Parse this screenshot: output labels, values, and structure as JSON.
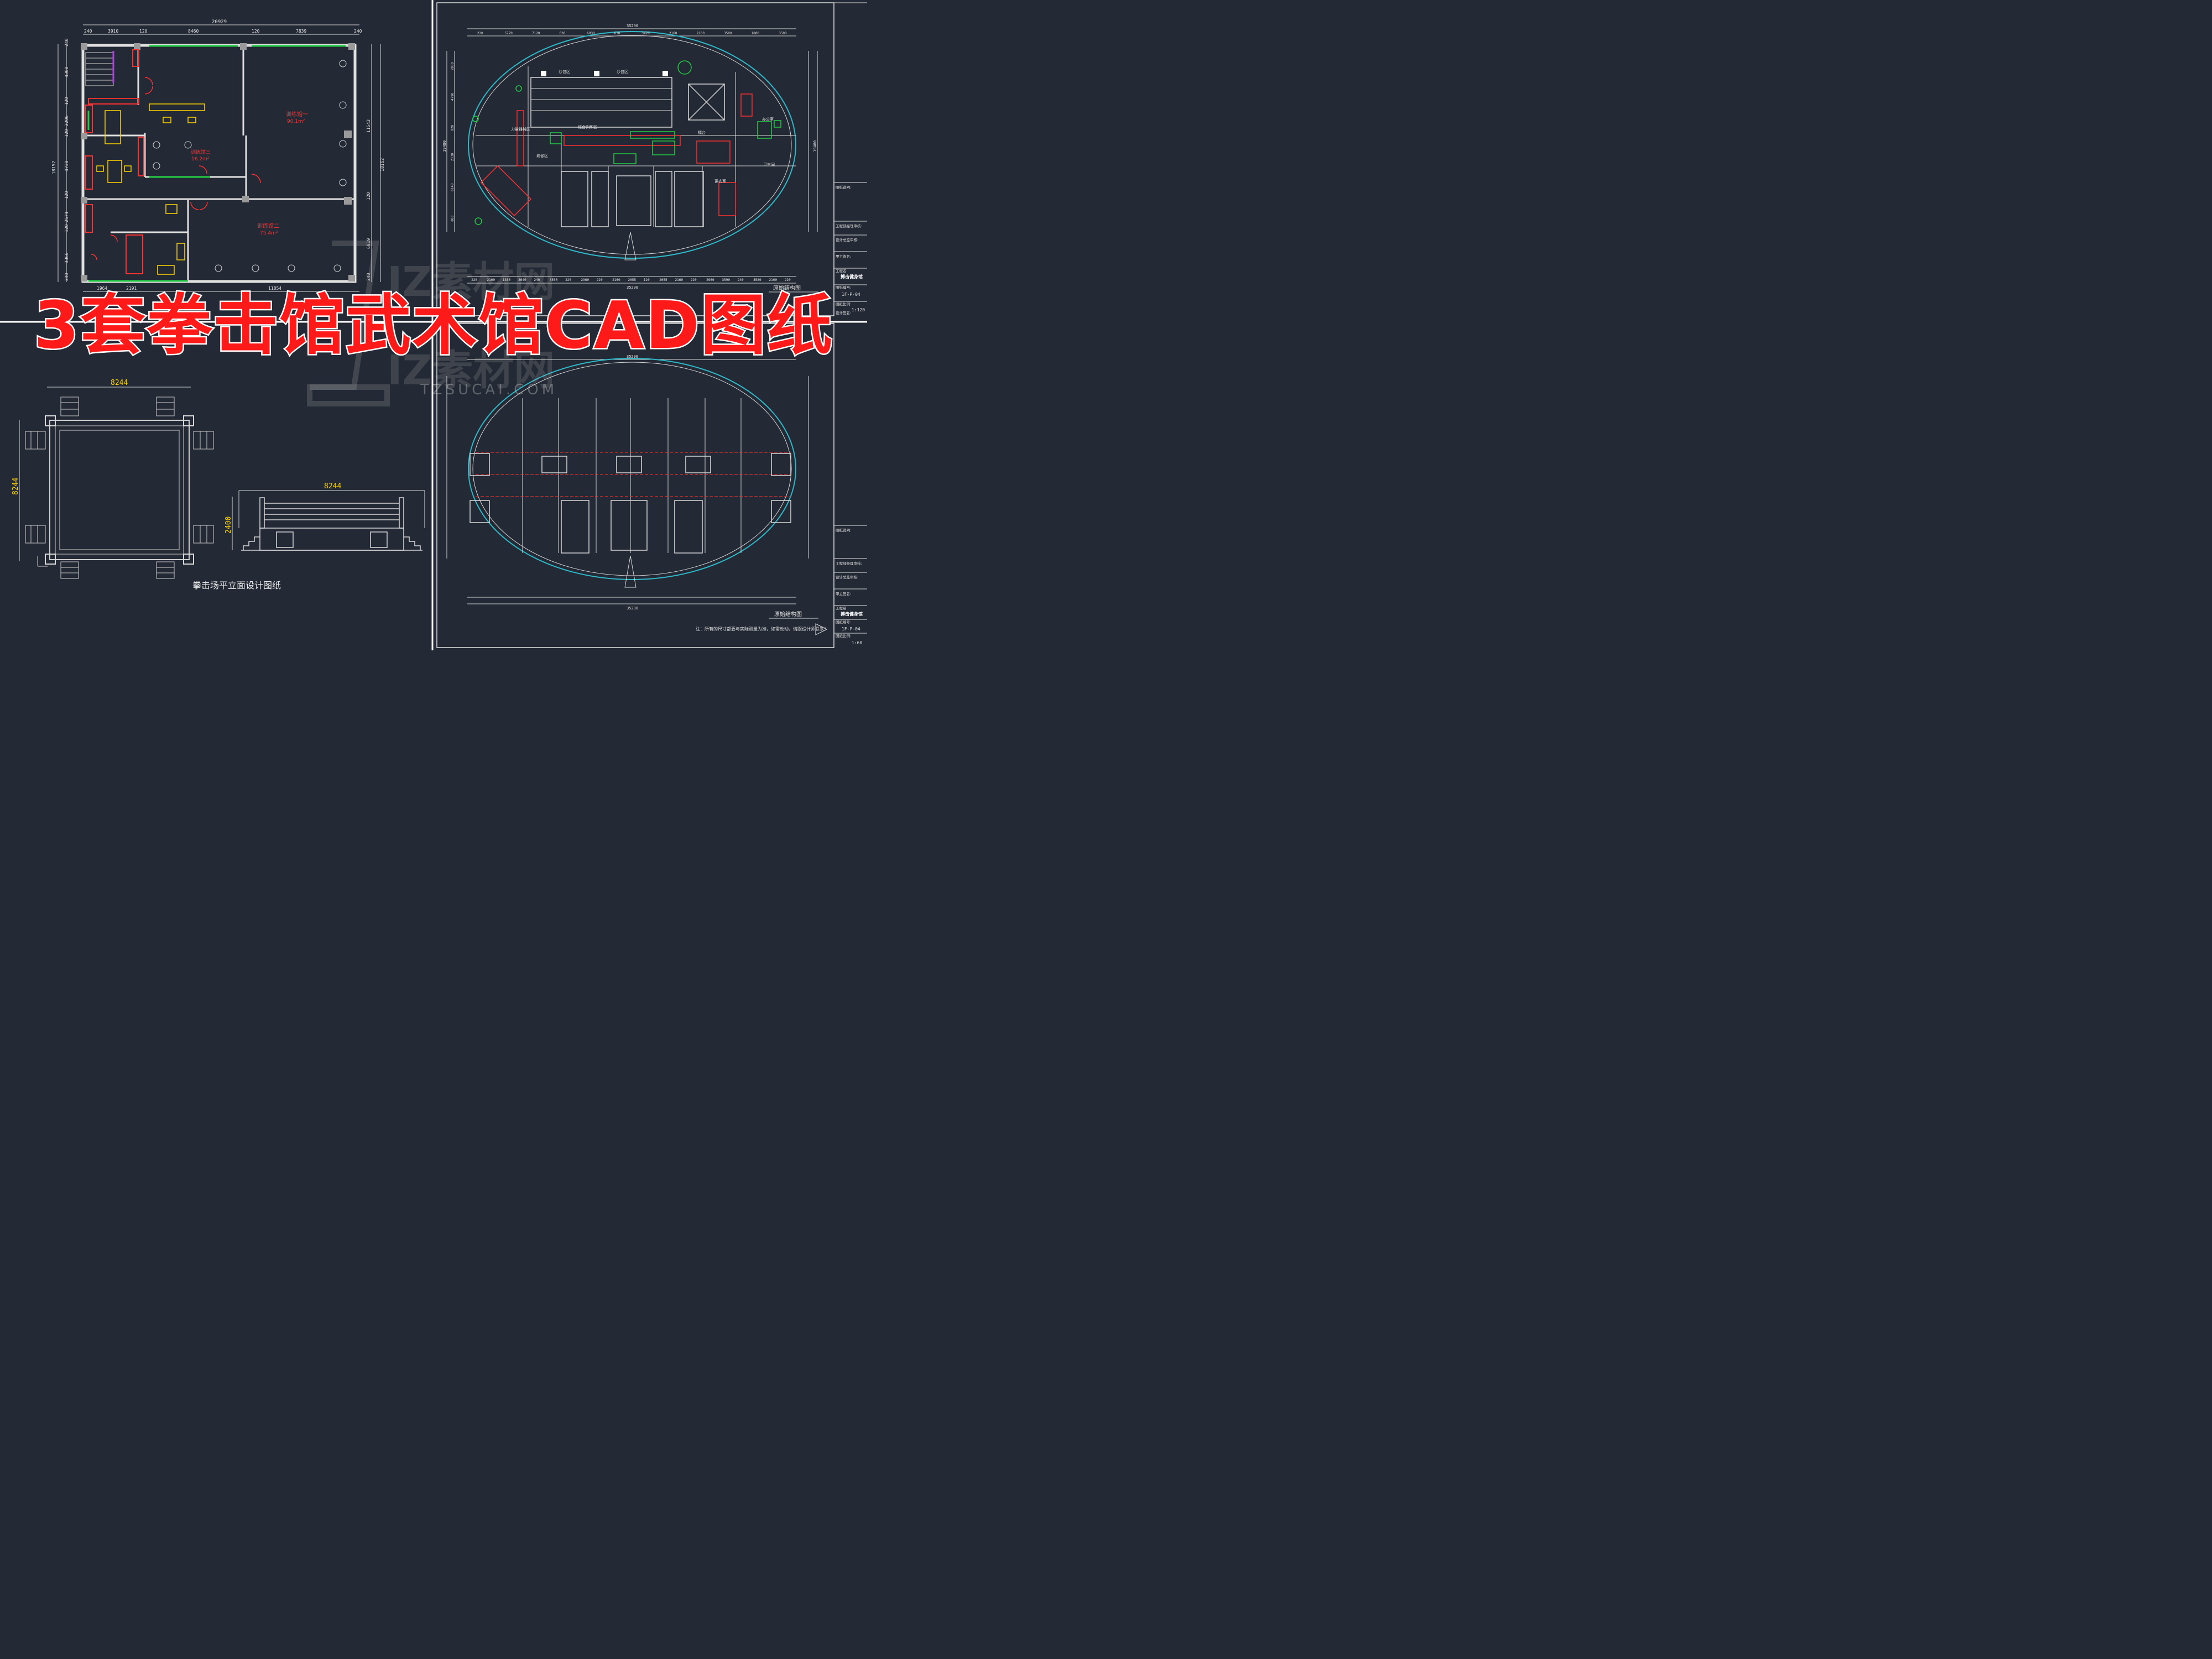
{
  "banner": "3套拳击馆武术馆CAD图纸",
  "watermark": {
    "brand": "IZ素材网",
    "url": "TZSUCAI.COM"
  },
  "top_left_plan": {
    "dim_total_top": "20929",
    "dims_top": [
      "240",
      "3910",
      "120",
      "8460",
      "120",
      "7839",
      "240"
    ],
    "dims_left": [
      "240",
      "4308",
      "120",
      "2206",
      "120",
      "4738",
      "120",
      "2574",
      "120",
      "3366",
      "240"
    ],
    "dim_left_total": "18152",
    "dims_right": [
      "11543",
      "120",
      "6019",
      "240"
    ],
    "dim_right_total": "18162",
    "dims_bottom": [
      "1964",
      "2191",
      "11854"
    ],
    "room1_name": "训练馆一",
    "room1_area": "90.1m²",
    "room2_name": "训练馆二",
    "room2_area": "75.4m²",
    "room3_name": "训练馆三",
    "room3_area": "16.2m²"
  },
  "ring_plan": {
    "width": "8244",
    "height": "8244",
    "caption": "拳击场平立面设计图纸"
  },
  "ring_elevation": {
    "width": "8244",
    "height": "2400"
  },
  "right_plan_top": {
    "total_dim": "35290",
    "dims_top": [
      "220",
      "5770",
      "7120",
      "630",
      "6930",
      "630",
      "3420",
      "2160",
      "2160",
      "3500",
      "1800",
      "3500"
    ],
    "dims_bottom": [
      "220",
      "2100",
      "1380",
      "3640",
      "240",
      "3550",
      "220",
      "2960",
      "220",
      "2160",
      "2055",
      "120",
      "2055",
      "2160",
      "220",
      "2960",
      "3590",
      "240",
      "3580",
      "2100",
      "220"
    ],
    "dims_left": [
      "2800",
      "4790",
      "920",
      "2330",
      "6140",
      "800"
    ],
    "dim_left_total": "19480",
    "caption": "原始结构图",
    "labels": [
      "沙包区",
      "沙包区",
      "擂台",
      "办公室",
      "力量器械区",
      "综合训练区",
      "瑜伽区",
      "更衣室",
      "卫生间"
    ]
  },
  "right_plan_bottom": {
    "total_dim": "35290",
    "caption": "原始结构图",
    "note": "注：所有的尺寸都要与实际测量为准，如需改动，请跟设计师联系！"
  },
  "title_block_top": {
    "rows": [
      "图纸说明:",
      "工程部经理审核:",
      "设计总监审核:",
      "甲主签名:",
      "工程名:"
    ],
    "project": "搏击健身馆",
    "drawing_no_label": "图纸编号:",
    "drawing_no": "1F-P-04",
    "scale_label": "图纸比例:",
    "scale": "1:120",
    "designer": "设计签名:"
  },
  "title_block_bottom": {
    "rows": [
      "图纸说明:",
      "工程部经理审核:",
      "设计总监审核:",
      "甲主签名:",
      "工程名:"
    ],
    "project": "搏击健身馆",
    "drawing_no_label": "图纸编号:",
    "drawing_no": "1F-P-04",
    "scale_label": "图纸比例:",
    "scale": "1:60"
  },
  "colors": {
    "background": "#242a35",
    "wall": "#e8e8e8",
    "red": "#ff2a2a",
    "yellow": "#ffd400",
    "green": "#22cc44",
    "cyan": "#2fb8c8",
    "banner_red": "#ff1a1a"
  }
}
